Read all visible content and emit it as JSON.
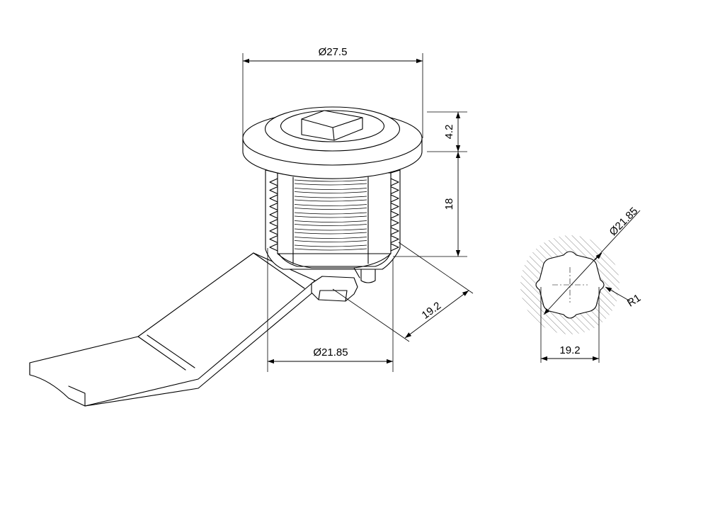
{
  "dimensions": {
    "flange_diameter": "Ø27.5",
    "flange_height": "4.2",
    "body_length": "18",
    "width_across_flats_side": "19.2",
    "body_diameter": "Ø21.85",
    "section_diameter": "Ø21.85",
    "section_radius": "R1",
    "section_width": "19.2"
  }
}
